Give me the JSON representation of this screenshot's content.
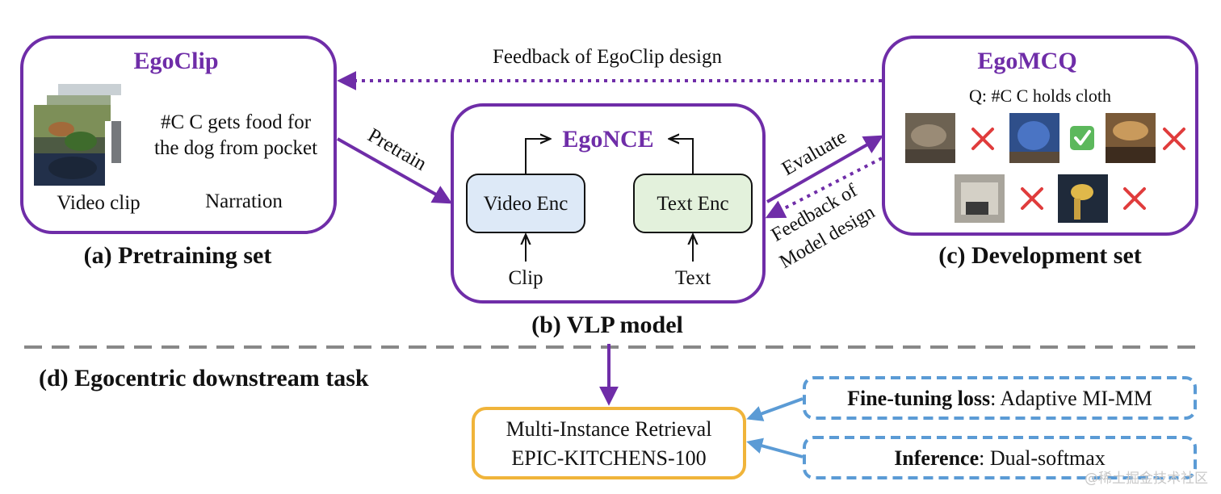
{
  "colors": {
    "purple": "#6f2da8",
    "orange": "#f0b43a",
    "blue_dash": "#5b9bd5",
    "video_enc_fill": "#dde9f7",
    "text_enc_fill": "#e3f1dc",
    "cross_red": "#e03c3c",
    "check_green": "#5cb85c",
    "divider_gray": "#888888"
  },
  "pretraining": {
    "title": "EgoClip",
    "narration_line1": "#C C gets food for",
    "narration_line2": "the dog from pocket",
    "video_label": "Video clip",
    "narration_label": "Narration",
    "caption": "(a) Pretraining set"
  },
  "model": {
    "title": "EgoNCE",
    "video_enc": "Video Enc",
    "text_enc": "Text Enc",
    "clip_input": "Clip",
    "text_input": "Text",
    "caption": "(b) VLP model"
  },
  "development": {
    "title": "EgoMCQ",
    "question": "Q: #C C holds cloth",
    "caption": "(c) Development set",
    "options": [
      {
        "mark": "cross-icon"
      },
      {
        "mark": "check-icon"
      },
      {
        "mark": "cross-icon"
      },
      {
        "mark": "cross-icon"
      },
      {
        "mark": "cross-icon"
      }
    ]
  },
  "arrows": {
    "feedback_egoclip": "Feedback of EgoClip design",
    "pretrain": "Pretrain",
    "evaluate": "Evaluate",
    "feedback_model_line1": "Feedback of",
    "feedback_model_line2": "Model design"
  },
  "downstream": {
    "caption": "(d) Egocentric downstream task",
    "task_line1": "Multi-Instance Retrieval",
    "task_line2": "EPIC-KITCHENS-100",
    "finetune_bold": "Fine-tuning loss",
    "finetune_rest": ": Adaptive MI-MM",
    "inference_bold": "Inference",
    "inference_rest": ": Dual-softmax"
  },
  "watermark": "@稀土掘金技术社区"
}
